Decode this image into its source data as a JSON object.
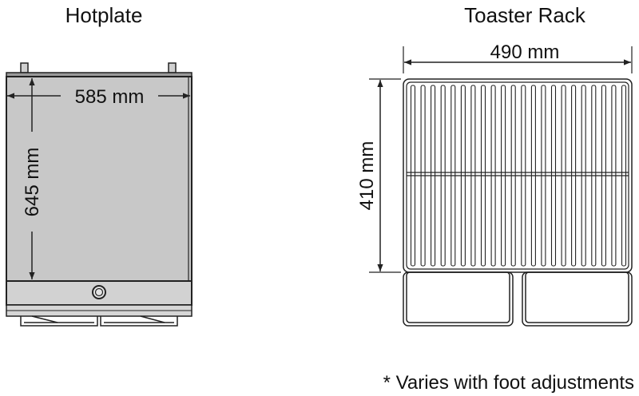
{
  "hotplate": {
    "title": "Hotplate",
    "width_label": "585 mm",
    "depth_label": "645 mm"
  },
  "toaster_rack": {
    "title": "Toaster Rack",
    "width_label": "490 mm",
    "depth_label": "410 mm"
  },
  "footnote": "* Varies with foot adjustments",
  "colors": {
    "line": "#222222",
    "body_fill": "#c8c8c8",
    "front_fill": "#d2d2d2"
  }
}
